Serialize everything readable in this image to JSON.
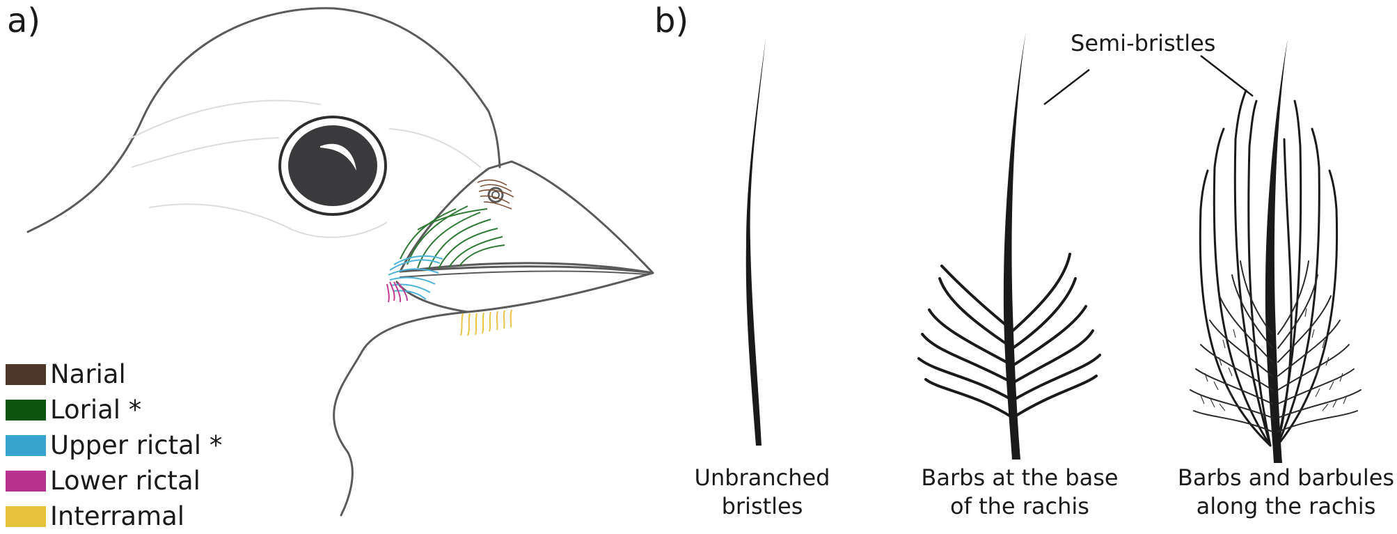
{
  "panels": {
    "a": "a)",
    "b": "b)"
  },
  "legend": [
    {
      "label": "Narial",
      "color": "#4e3629"
    },
    {
      "label": "Lorial *",
      "color": "#0d5410"
    },
    {
      "label": "Upper rictal *",
      "color": "#38a3cc"
    },
    {
      "label": "Lower rictal",
      "color": "#b8338e"
    },
    {
      "label": "Interramal",
      "color": "#e6c23a"
    }
  ],
  "annotation": "Semi-bristles",
  "feathers": [
    {
      "caption_line1": "Unbranched",
      "caption_line2": "bristles"
    },
    {
      "caption_line1": "Barbs at the base",
      "caption_line2": "of the rachis"
    },
    {
      "caption_line1": "Barbs and barbules",
      "caption_line2": "along the rachis"
    }
  ]
}
